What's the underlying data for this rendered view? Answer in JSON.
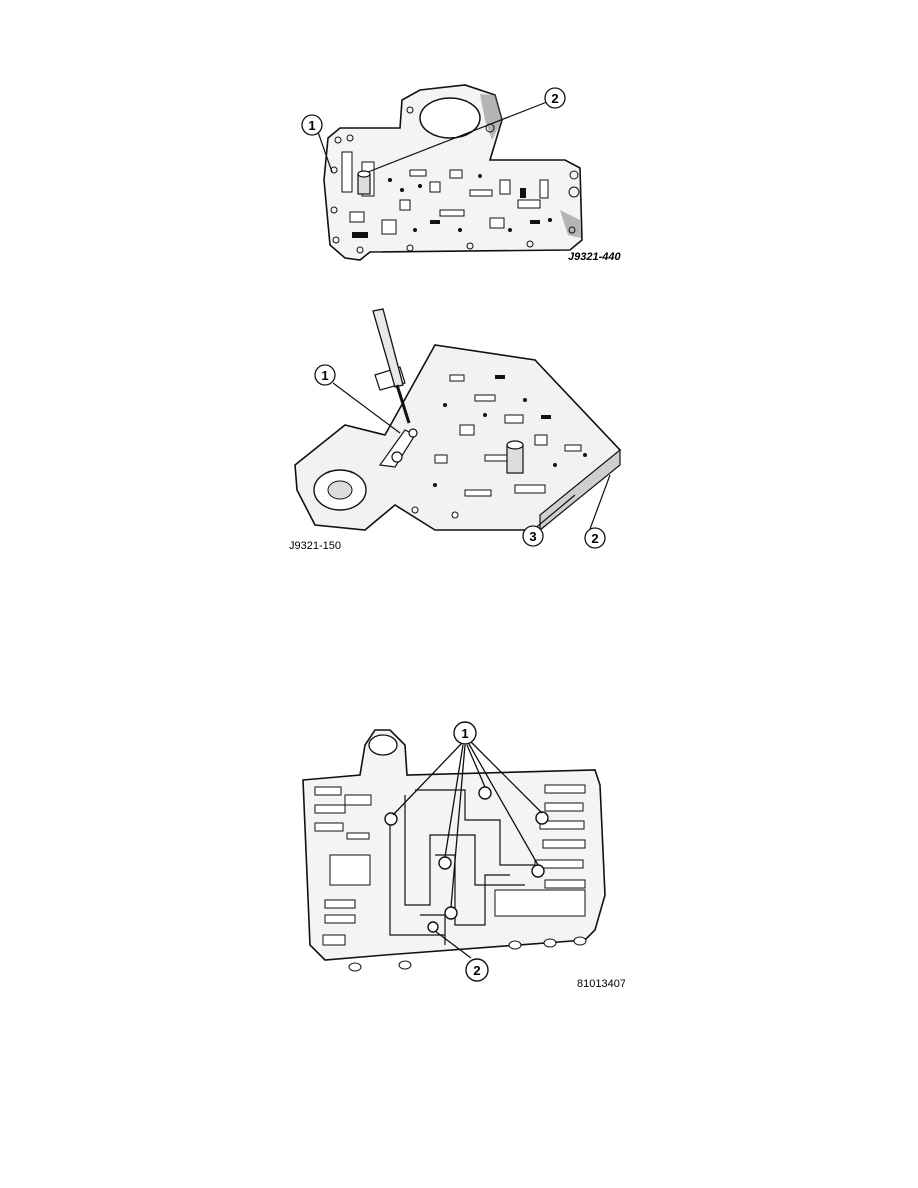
{
  "figures": [
    {
      "id_label": "J9321-440",
      "callouts": [
        "1",
        "2"
      ]
    },
    {
      "id_label": "J9321-150",
      "callouts": [
        "1",
        "3",
        "2"
      ]
    },
    {
      "id_label": "81013407",
      "callouts": [
        "1",
        "2"
      ]
    }
  ]
}
